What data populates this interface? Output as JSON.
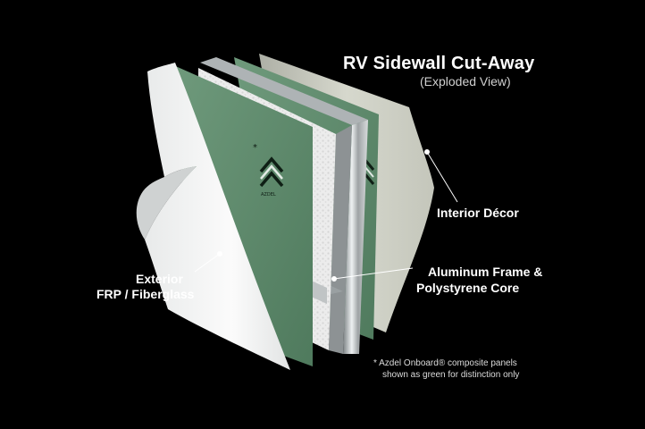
{
  "title": "RV Sidewall Cut-Away",
  "subtitle": "(Exploded View)",
  "labels": {
    "interior": "Interior Décor",
    "frame_line1": "Aluminum Frame &",
    "frame_line2": "Polystyrene Core",
    "exterior_line1": "Exterior",
    "exterior_line2": "FRP / Fiberglass"
  },
  "footnote": {
    "line1": "* Azdel Onboard® composite panels",
    "line2": "shown as green for distinction only"
  },
  "logo_text": "AZDEL",
  "colors": {
    "background": "#000000",
    "panel_green": "#5f8a6c",
    "fiberglass": "#eef0f0",
    "interior_decor": "#cfd1c6",
    "aluminum": "#c8cccd",
    "foam": "#f2f2f2"
  }
}
